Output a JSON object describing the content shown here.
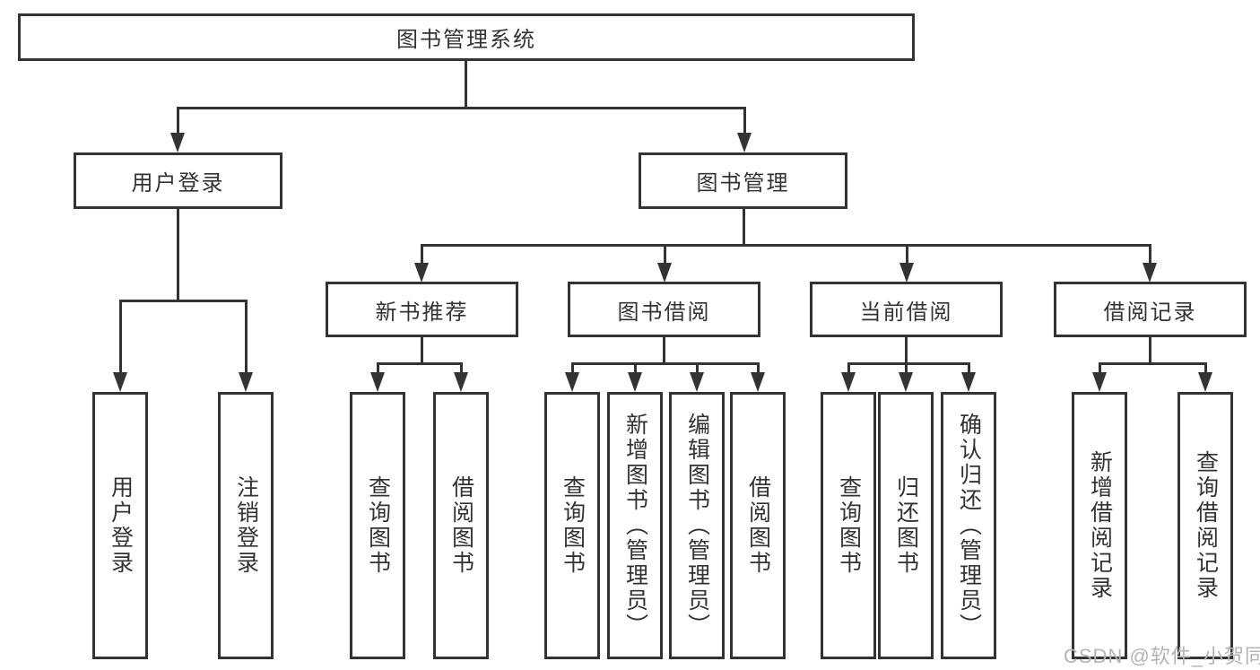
{
  "diagram": {
    "title_node": {
      "label": "图书管理系统"
    },
    "level1": [
      {
        "id": "user-login",
        "label": "用户登录"
      },
      {
        "id": "book-management",
        "label": "图书管理"
      }
    ],
    "level2": [
      {
        "id": "new-book-recommend",
        "label": "新书推荐",
        "parent": "图书管理"
      },
      {
        "id": "book-borrow",
        "label": "图书借阅",
        "parent": "图书管理"
      },
      {
        "id": "current-borrow",
        "label": "当前借阅",
        "parent": "图书管理"
      },
      {
        "id": "borrow-records",
        "label": "借阅记录",
        "parent": "图书管理"
      }
    ],
    "leaves": {
      "user_login": [
        {
          "label": "用户登录"
        },
        {
          "label": "注销登录"
        }
      ],
      "new_book": [
        {
          "label": "查询图书"
        },
        {
          "label": "借阅图书"
        }
      ],
      "book_borrow": [
        {
          "label": "查询图书"
        },
        {
          "label": "新增图书（管理员）"
        },
        {
          "label": "编辑图书（管理员）"
        },
        {
          "label": "借阅图书"
        }
      ],
      "current_borrow": [
        {
          "label": "查询图书"
        },
        {
          "label": "归还图书"
        },
        {
          "label": "确认归还（管理员）"
        }
      ],
      "borrow_records": [
        {
          "label": "新增借阅记录"
        },
        {
          "label": "查询借阅记录"
        }
      ]
    }
  },
  "watermark": {
    "text": "CSDN @软件_小贺同学",
    "color": "#b4b4b4"
  },
  "colors": {
    "line": "#333333",
    "text": "#333333",
    "background": "#ffffff"
  }
}
